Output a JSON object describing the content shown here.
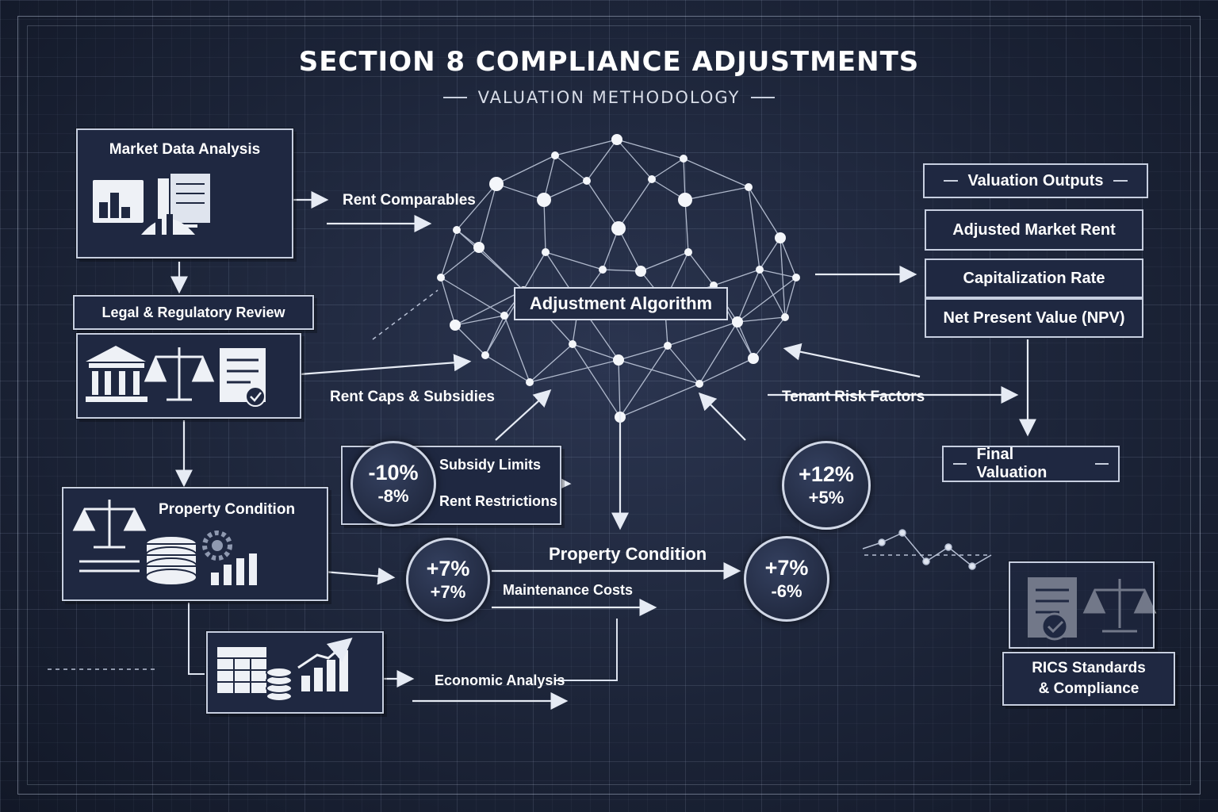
{
  "header": {
    "title": "SECTION 8 COMPLIANCE ADJUSTMENTS",
    "subtitle": "VALUATION METHODOLOGY"
  },
  "left_column": {
    "market_data": "Market Data Analysis",
    "legal_review": "Legal & Regulatory Review",
    "property_condition": "Property Condition"
  },
  "flow_labels": {
    "rent_comparables": "Rent Comparables",
    "rent_caps": "Rent Caps & Subsidies",
    "tenant_risk": "Tenant Risk Factors",
    "economic_analysis": "Economic Analysis"
  },
  "center": {
    "algorithm": "Adjustment Algorithm"
  },
  "adjustments": {
    "subsidy": {
      "top": "-10%",
      "bottom": "-8%",
      "line1": "Subsidy Limits",
      "line2": "Rent Restrictions"
    },
    "tenant": {
      "top": "+12%",
      "bottom": "+5%"
    },
    "condition_left": {
      "top": "+7%",
      "bottom": "+7%"
    },
    "condition_right": {
      "top": "+7%",
      "bottom": "-6%"
    },
    "condition_title": "Property Condition",
    "maintenance": "Maintenance Costs"
  },
  "outputs": {
    "header": "Valuation Outputs",
    "items": [
      "Adjusted Market Rent",
      "Capitalization Rate",
      "Net Present Value (NPV)"
    ],
    "final": "Final Valuation"
  },
  "standards": {
    "line1": "RICS Standards",
    "line2": "& Compliance"
  },
  "colors": {
    "background": "#1c2438",
    "panel": "#1f2841",
    "line": "#c7cfe0",
    "text": "#ffffff"
  }
}
